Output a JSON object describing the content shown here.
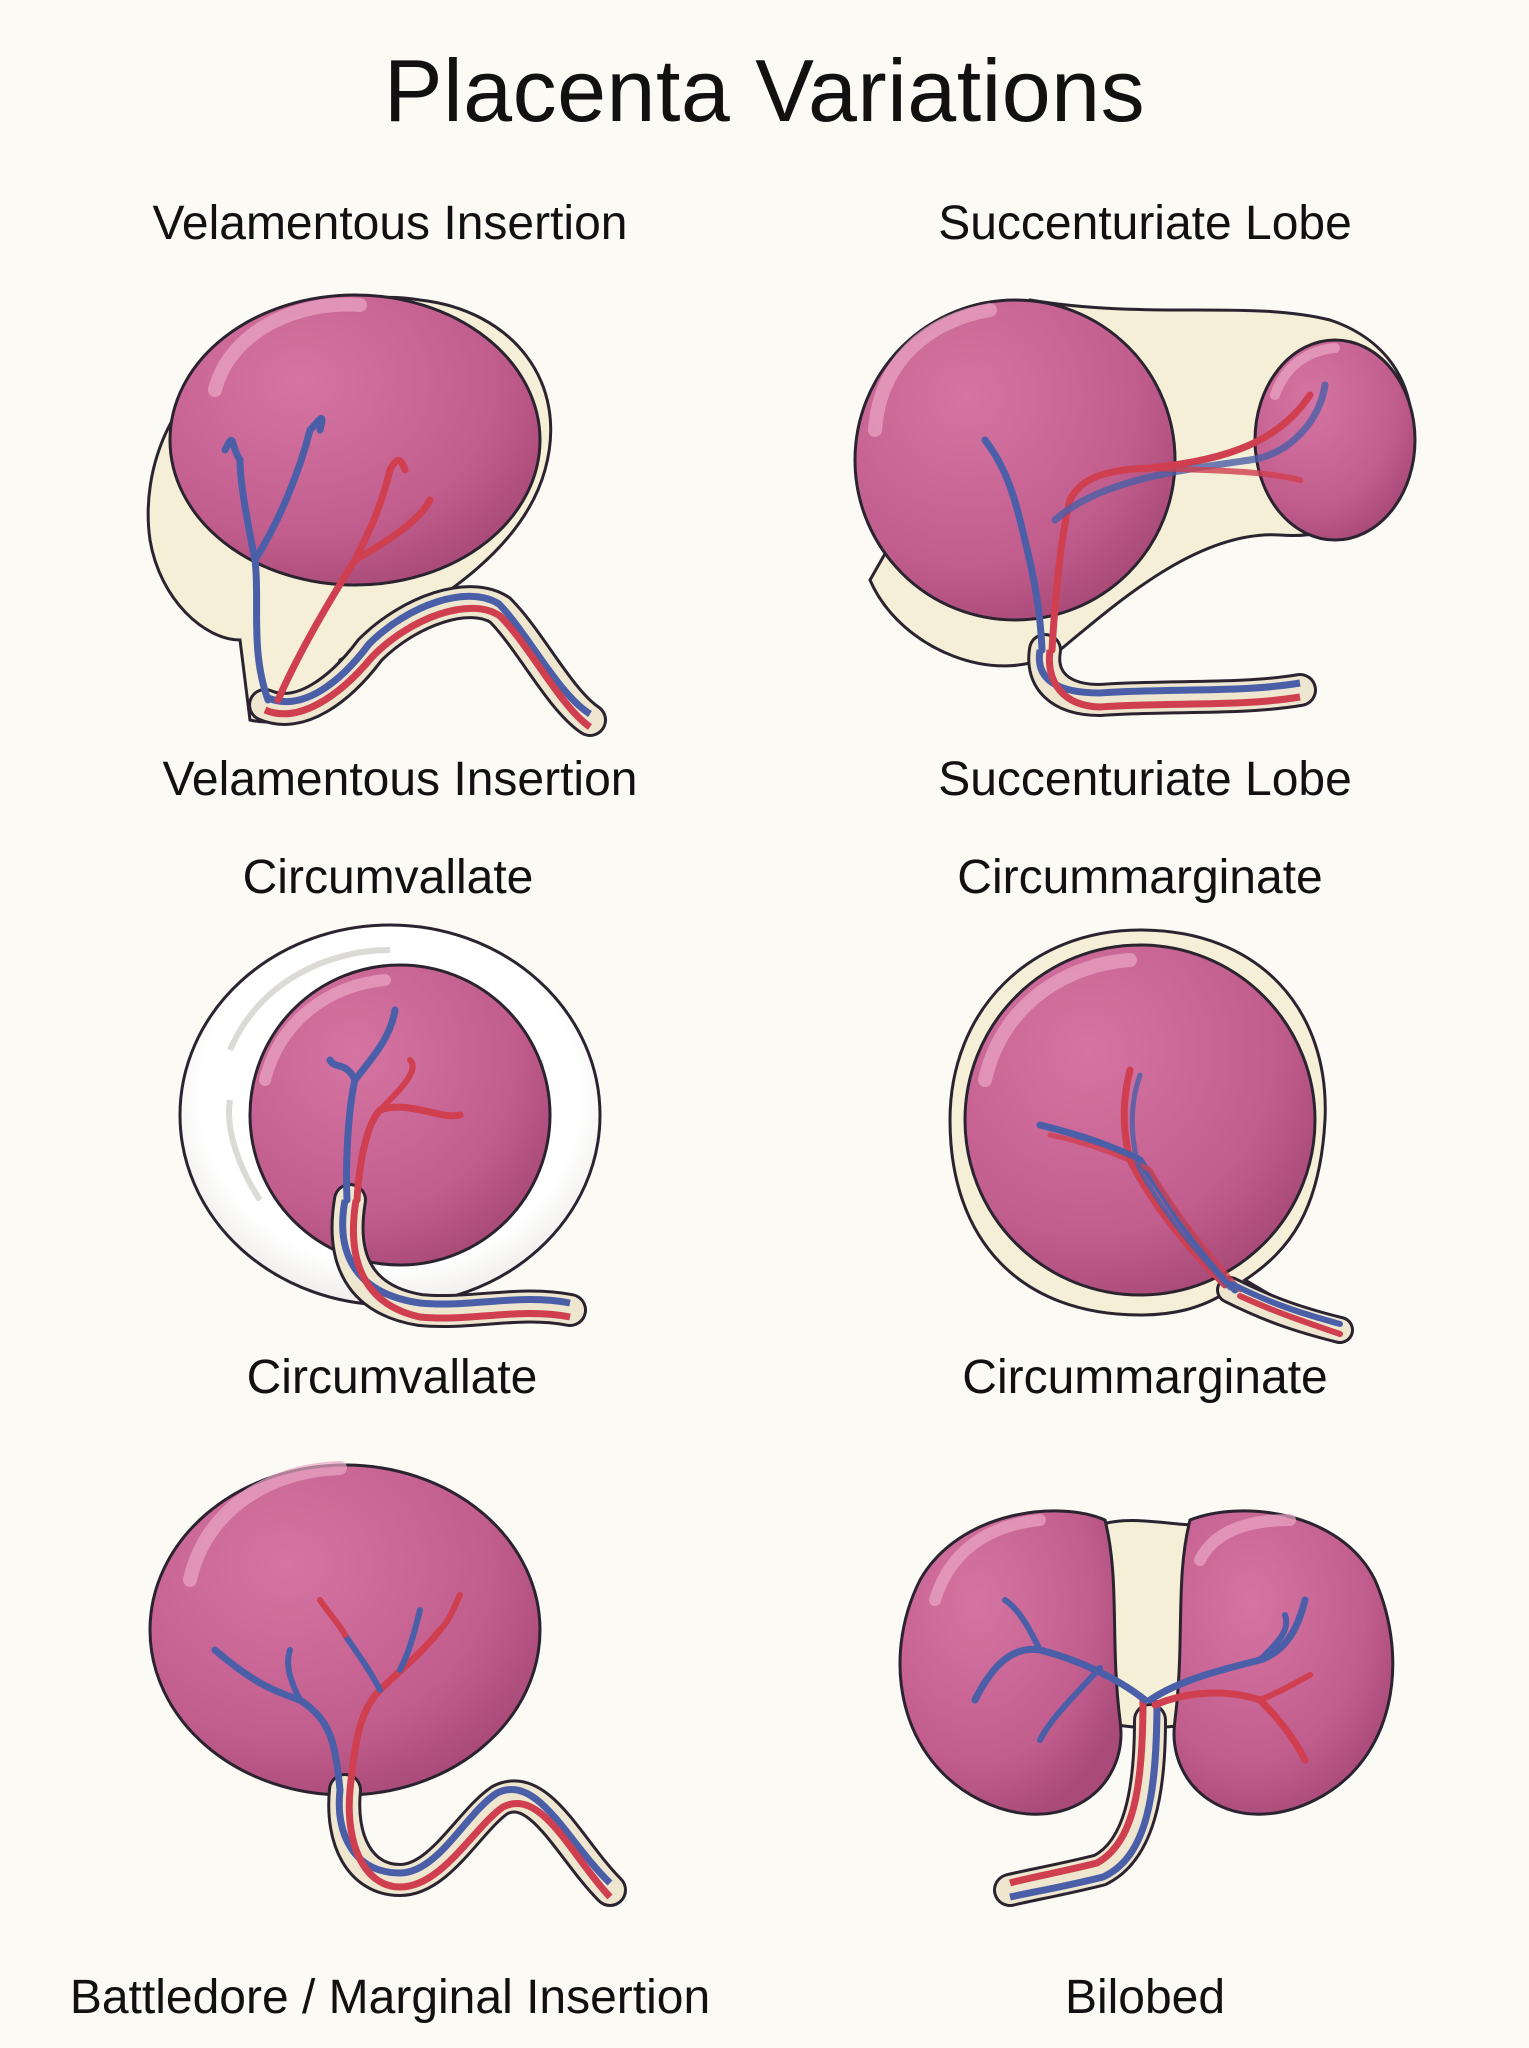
{
  "title": "Placenta Variations",
  "panels": [
    {
      "top_label": "Velamentous Insertion",
      "bottom_label": "Velamentous Insertion"
    },
    {
      "top_label": "Succenturiate Lobe",
      "bottom_label": "Succenturiate Lobe"
    },
    {
      "top_label": "Circumvallate",
      "bottom_label": "Circumvallate"
    },
    {
      "top_label": "Circummarginate",
      "bottom_label": "Circummarginate"
    },
    {
      "top_label": "",
      "bottom_label": "Battledore / Marginal Insertion"
    },
    {
      "top_label": "",
      "bottom_label": "Bilobed"
    }
  ],
  "colors": {
    "placenta": "#c25e8e",
    "placenta_highlight": "#e39abc",
    "membrane": "#f4efd6",
    "chorion_ring": "#ffffff",
    "vein": "#4a5fa8",
    "artery": "#cf3f4f",
    "cord_sheath": "#efe6cf",
    "outline": "#2b2430"
  }
}
